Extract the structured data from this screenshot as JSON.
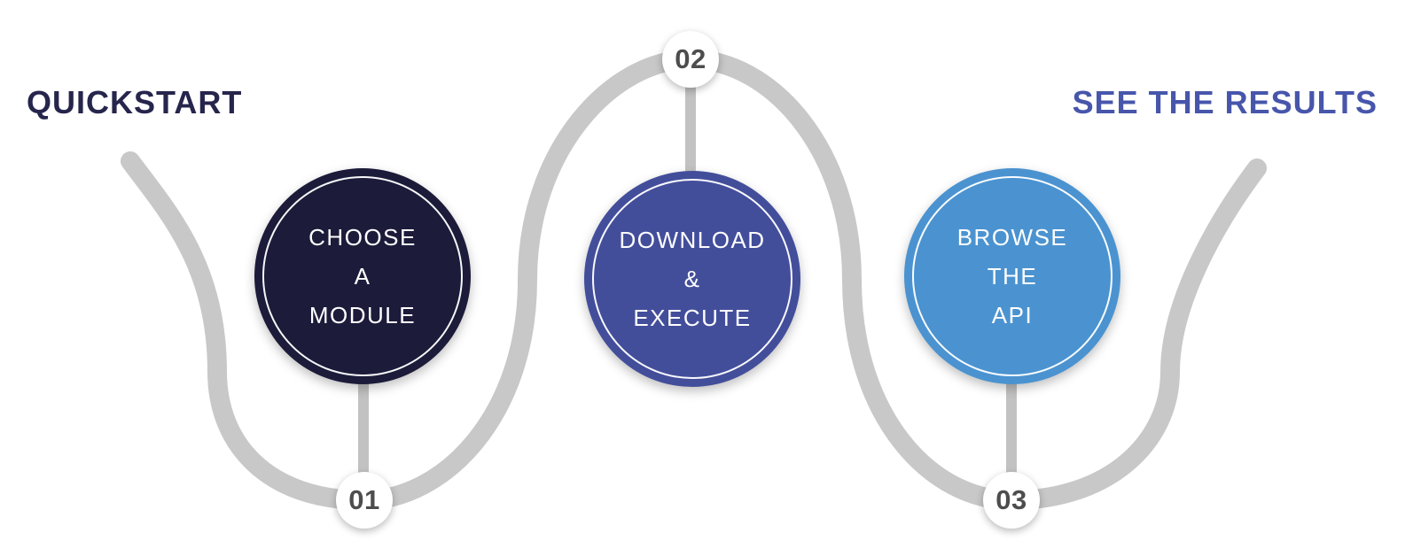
{
  "header": {
    "left_title": "QUICKSTART",
    "right_title": "SEE THE RESULTS"
  },
  "steps": [
    {
      "number": "01",
      "lines": [
        "CHOOSE",
        "A",
        "MODULE"
      ],
      "color": "#1C1B3A"
    },
    {
      "number": "02",
      "lines": [
        "DOWNLOAD",
        "&",
        "EXECUTE"
      ],
      "color": "#434E9B"
    },
    {
      "number": "03",
      "lines": [
        "BROWSE",
        "THE",
        "API"
      ],
      "color": "#4B93D0"
    }
  ],
  "colors": {
    "background": "#FFFFFF",
    "flow_path": "#C8C8C8",
    "connector_stem": "#C2C2C2",
    "badge_background": "#FFFFFF",
    "badge_text": "#4D4D4D",
    "circle_text": "#FFFFFF",
    "left_title": "#26254C",
    "right_title": "#4756AB"
  }
}
